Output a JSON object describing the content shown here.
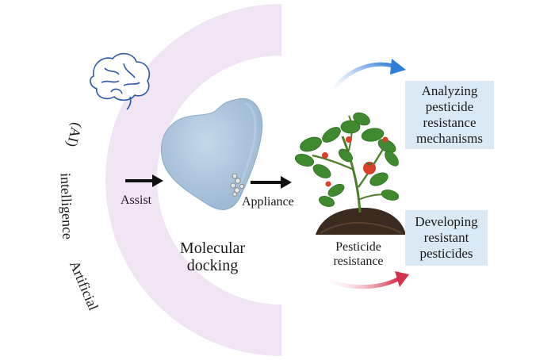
{
  "ring": {
    "words": [
      "Artificial",
      "intelligence",
      "(AI)"
    ]
  },
  "labels": {
    "assist": "Assist",
    "appliance": "Appliance",
    "molecular_docking_line1": "Molecular",
    "molecular_docking_line2": "docking",
    "pesticide_line1": "Pesticide",
    "pesticide_line2": "resistance"
  },
  "boxes": {
    "analyzing": "Analyzing\npesticide\nresistance\nmechanisms",
    "developing": "Developing\nresistant\npesticides"
  },
  "colors": {
    "ring": "#f1e4f4",
    "protein": "#a9c3dc",
    "box": "#dbe9f5",
    "arrow_blue": "#2f7ed8",
    "arrow_red": "#d1334a",
    "brain": "#2b59a8",
    "soil": "#3a2a1f",
    "leaf": "#3f8a2e",
    "tomato": "#d8402a"
  },
  "icons": {
    "brain": "brain-icon",
    "molecule": "molecule-icon",
    "plant": "tomato-plant-icon"
  }
}
